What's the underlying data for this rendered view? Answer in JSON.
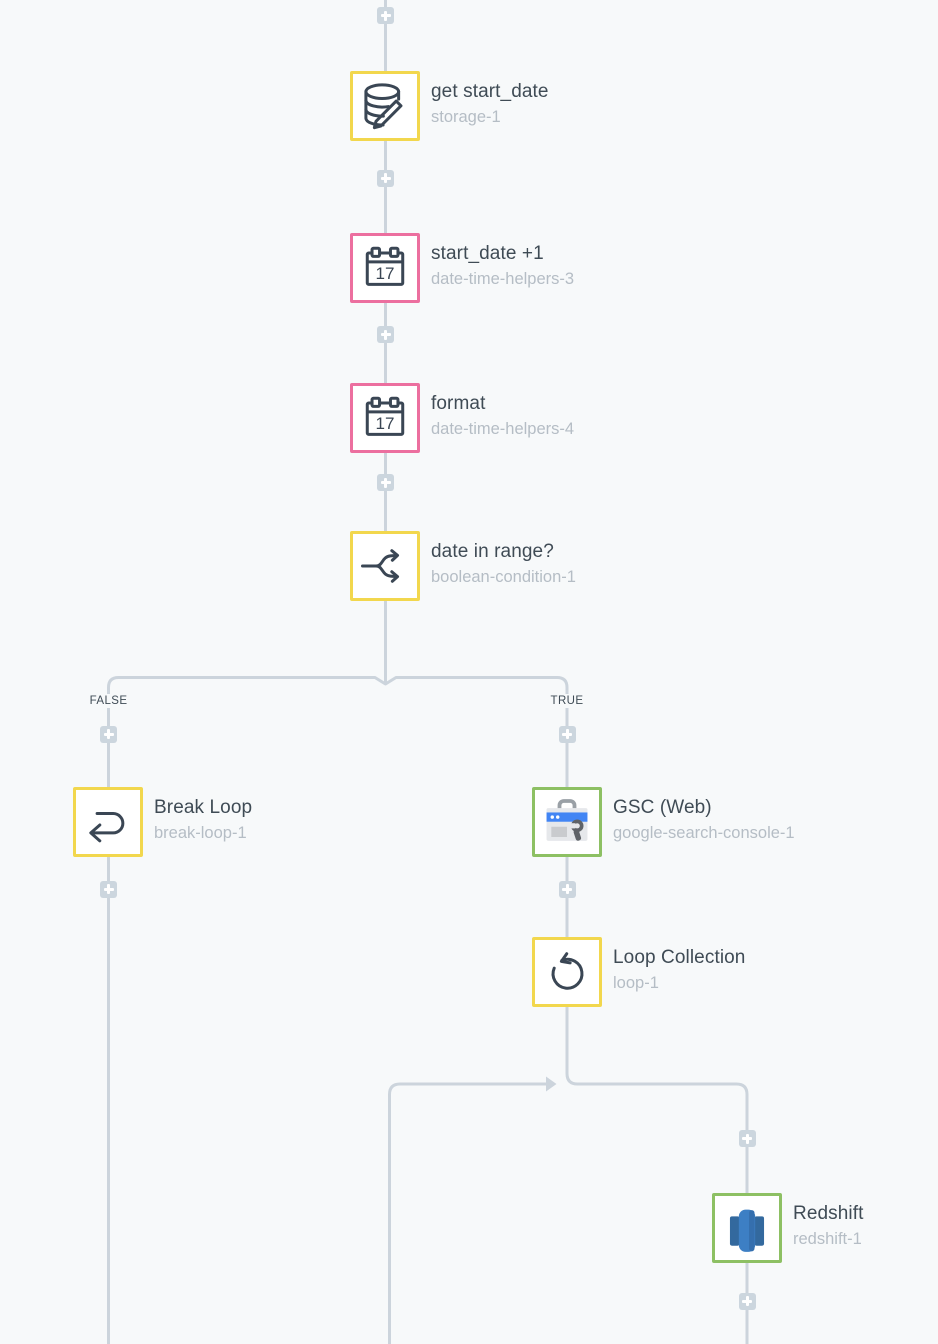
{
  "canvas": {
    "background_color": "#f7f9fa",
    "connector_color": "#ccd4dc",
    "plus_button_color": "#ccd6de",
    "node_background": "#ffffff",
    "title_color": "#3f4b55",
    "subtitle_color": "#b5bdc5",
    "branch_label_color": "#3f4b55",
    "icon_stroke_color": "#3a4654"
  },
  "branches": {
    "false_label": "FALSE",
    "true_label": "TRUE"
  },
  "nodes": [
    {
      "title": "get start_date",
      "subtitle": "storage-1",
      "icon": "storage-edit-icon",
      "border_color": "#f2d74d"
    },
    {
      "title": "start_date +1",
      "subtitle": "date-time-helpers-3",
      "icon": "calendar-icon",
      "border_color": "#ec6f9f",
      "calendar_day": "17"
    },
    {
      "title": "format",
      "subtitle": "date-time-helpers-4",
      "icon": "calendar-icon",
      "border_color": "#ec6f9f",
      "calendar_day": "17"
    },
    {
      "title": "date in range?",
      "subtitle": "boolean-condition-1",
      "icon": "boolean-branch-icon",
      "border_color": "#f2d74d"
    },
    {
      "title": "Break Loop",
      "subtitle": "break-loop-1",
      "icon": "break-loop-icon",
      "border_color": "#f2d74d"
    },
    {
      "title": "GSC (Web)",
      "subtitle": "google-search-console-1",
      "icon": "google-search-console-icon",
      "border_color": "#8dc063"
    },
    {
      "title": "Loop Collection",
      "subtitle": "loop-1",
      "icon": "loop-icon",
      "border_color": "#f2d74d"
    },
    {
      "title": "Redshift",
      "subtitle": "redshift-1",
      "icon": "redshift-icon",
      "border_color": "#8dc063"
    }
  ],
  "gsc_icon_colors": {
    "blue": "#4285f4",
    "body_gray": "#e6e8eb",
    "dark_gray": "#5f6368",
    "handle_gray": "#9aa0a6"
  },
  "redshift_icon_colors": {
    "side": "#33699e",
    "middle": "#3d7fc4",
    "shade": "#356fae"
  }
}
